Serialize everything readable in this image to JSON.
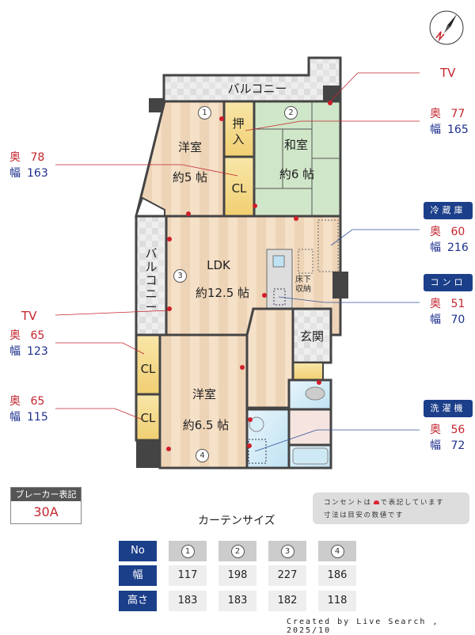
{
  "compass": {
    "label": "N"
  },
  "rooms": {
    "balcony_top": "バルコニー",
    "youshitsu1_name": "洋室",
    "youshitsu1_size": "約5 帖",
    "oshiire": "押入",
    "closet1": "CL",
    "washitsu_name": "和室",
    "washitsu_size": "約6 帖",
    "ldk_name": "LDK",
    "ldk_size": "約12.5 帖",
    "balcony_side": "バルコニー",
    "underfloor": "床下収納",
    "genkan": "玄関",
    "closet2": "CL",
    "closet3": "CL",
    "youshitsu2_name": "洋室",
    "youshitsu2_size": "約6.5 帖"
  },
  "window_markers": [
    "1",
    "2",
    "3",
    "4"
  ],
  "callouts": {
    "tv_top": {
      "label": "TV"
    },
    "washitsu_oshiire": {
      "depth_label": "奥",
      "depth": "77",
      "width_label": "幅",
      "width": "165"
    },
    "youshitsu_cl": {
      "depth_label": "奥",
      "depth": "78",
      "width_label": "幅",
      "width": "163"
    },
    "fridge": {
      "tag": "冷蔵庫",
      "depth_label": "奥",
      "depth": "60",
      "width_label": "幅",
      "width": "216"
    },
    "stove": {
      "tag": "コンロ",
      "depth_label": "奥",
      "depth": "51",
      "width_label": "幅",
      "width": "70"
    },
    "tv_ldk": {
      "label": "TV"
    },
    "cl_upper": {
      "depth_label": "奥",
      "depth": "65",
      "width_label": "幅",
      "width": "123"
    },
    "cl_lower": {
      "depth_label": "奥",
      "depth": "65",
      "width_label": "幅",
      "width": "115"
    },
    "washer": {
      "tag": "洗濯機",
      "depth_label": "奥",
      "depth": "56",
      "width_label": "幅",
      "width": "72"
    }
  },
  "breaker": {
    "header": "ブレーカー表記",
    "value": "30A"
  },
  "note": {
    "line1_pre": "コンセントは",
    "line1_post": "で表記しています",
    "line2": "寸法は目安の数値です"
  },
  "curtain": {
    "title": "カーテンサイズ",
    "row_headers": [
      "No",
      "幅",
      "高さ"
    ],
    "columns": [
      {
        "no": "1",
        "width": "117",
        "height": "183"
      },
      {
        "no": "2",
        "width": "198",
        "height": "183"
      },
      {
        "no": "3",
        "width": "227",
        "height": "182"
      },
      {
        "no": "4",
        "width": "186",
        "height": "118"
      }
    ]
  },
  "credit": "Created by Live Search , 2025/10",
  "colors": {
    "red": "#c4262e",
    "blue": "#1d2f8f",
    "tag_bg": "#1c3f8a",
    "wall": "#444444",
    "wood": "#f3dcc2",
    "tatami": "#cfe6c8",
    "storage": "#f6d98a",
    "wet": "#d4ecf6"
  }
}
